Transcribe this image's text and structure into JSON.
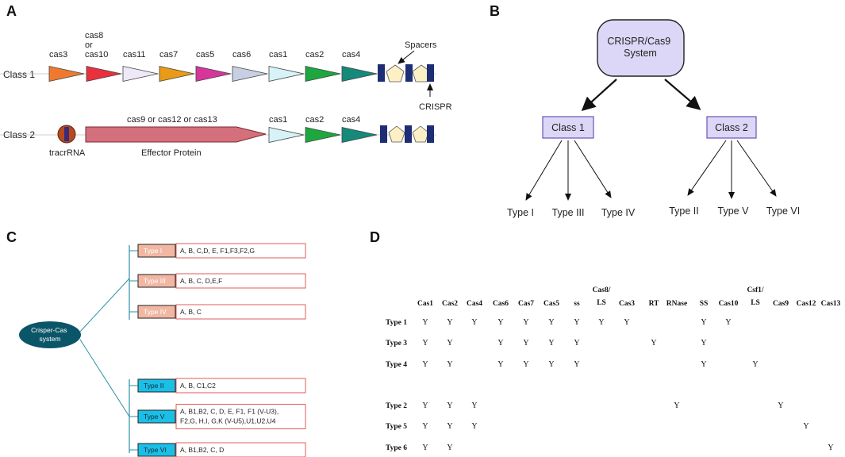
{
  "panelA": {
    "letter": "A",
    "class1": {
      "label": "Class 1",
      "genes": [
        {
          "name": "cas3",
          "color": "#ef7a2e"
        },
        {
          "name": "cas8\nor\ncas10",
          "color": "#e8313d"
        },
        {
          "name": "cas11",
          "color": "#efe8f8"
        },
        {
          "name": "cas7",
          "color": "#e99a17"
        },
        {
          "name": "cas5",
          "color": "#d6359a"
        },
        {
          "name": "cas6",
          "color": "#c8cfe2"
        },
        {
          "name": "cas1",
          "color": "#d8f3f7"
        },
        {
          "name": "cas2",
          "color": "#1da83f"
        },
        {
          "name": "cas4",
          "color": "#15897a"
        }
      ],
      "spacers_label": "Spacers",
      "crispr_label": "CRISPR"
    },
    "class2": {
      "label": "Class 2",
      "tracr_label": "tracrRNA",
      "effector_top": "cas9 or cas12 or cas13",
      "effector_bottom": "Effector Protein",
      "effector_color": "#d4707b",
      "genes": [
        {
          "name": "cas1",
          "color": "#d8f3f7"
        },
        {
          "name": "cas2",
          "color": "#1da83f"
        },
        {
          "name": "cas4",
          "color": "#15897a"
        }
      ]
    }
  },
  "panelB": {
    "letter": "B",
    "root": "CRISPR/Cas9\nSystem",
    "class1": "Class 1",
    "class2": "Class 2",
    "class1_types": [
      "Type I",
      "Type III",
      "Type IV"
    ],
    "class2_types": [
      "Type II",
      "Type V",
      "Type VI"
    ],
    "node_fill": "#dcd7f6"
  },
  "panelC": {
    "letter": "C",
    "root": "Crisper-Cas\nsystem",
    "root_color": "#0b5568",
    "class1_color": "#f2b7a3",
    "class2_color": "#1bbfe6",
    "rows": [
      {
        "type": "Type I",
        "sub": "A, B, C,D, E, F1,F3,F2,G",
        "group": "1"
      },
      {
        "type": "Type III",
        "sub": "A, B, C, D,E,F",
        "group": "1"
      },
      {
        "type": "Type IV",
        "sub": "A, B, C",
        "group": "1"
      },
      {
        "type": "Type II",
        "sub": "A, B, C1,C2",
        "group": "2"
      },
      {
        "type": "Type V",
        "sub": "A, B1,B2, C, D, E, F1, F1 (V-U3),\nF2,G, H,I, G,K (V-U5),U1,U2,U4",
        "group": "2"
      },
      {
        "type": "Type VI",
        "sub": "A, B1,B2, C, D",
        "group": "2"
      }
    ]
  },
  "panelD": {
    "letter": "D",
    "headers": [
      "Cas1",
      "Cas2",
      "Cas4",
      "Cas6",
      "Cas7",
      "Cas5",
      "ss",
      "Cas8/\nLS",
      "Cas3",
      "RT",
      "RNase",
      "SS",
      "Cas10",
      "Csf1/\nLS",
      "Cas9",
      "Cas12",
      "Cas13"
    ],
    "rows": [
      {
        "label": "Type 1",
        "cells": [
          "Y",
          "Y",
          "Y",
          "Y",
          "Y",
          "Y",
          "Y",
          "Y",
          "Y",
          "",
          "",
          "Y",
          "Y",
          "",
          "",
          "",
          ""
        ]
      },
      {
        "label": "Type 3",
        "cells": [
          "Y",
          "Y",
          "",
          "Y",
          "Y",
          "Y",
          "Y",
          "",
          "",
          "Y",
          "",
          "Y",
          "",
          "",
          "",
          "",
          ""
        ]
      },
      {
        "label": "Type 4",
        "cells": [
          "Y",
          "Y",
          "",
          "Y",
          "Y",
          "Y",
          "Y",
          "",
          "",
          "",
          "",
          "Y",
          "",
          "Y",
          "",
          "",
          ""
        ]
      },
      {
        "label": "Type 2",
        "cells": [
          "Y",
          "Y",
          "Y",
          "",
          "",
          "",
          "",
          "",
          "",
          "",
          "Y",
          "",
          "",
          "",
          "Y",
          "",
          ""
        ]
      },
      {
        "label": "Type 5",
        "cells": [
          "Y",
          "Y",
          "Y",
          "",
          "",
          "",
          "",
          "",
          "",
          "",
          "",
          "",
          "",
          "",
          "",
          "Y",
          ""
        ]
      },
      {
        "label": "Type 6",
        "cells": [
          "Y",
          "Y",
          "",
          "",
          "",
          "",
          "",
          "",
          "",
          "",
          "",
          "",
          "",
          "",
          "",
          "",
          "Y"
        ]
      }
    ]
  }
}
